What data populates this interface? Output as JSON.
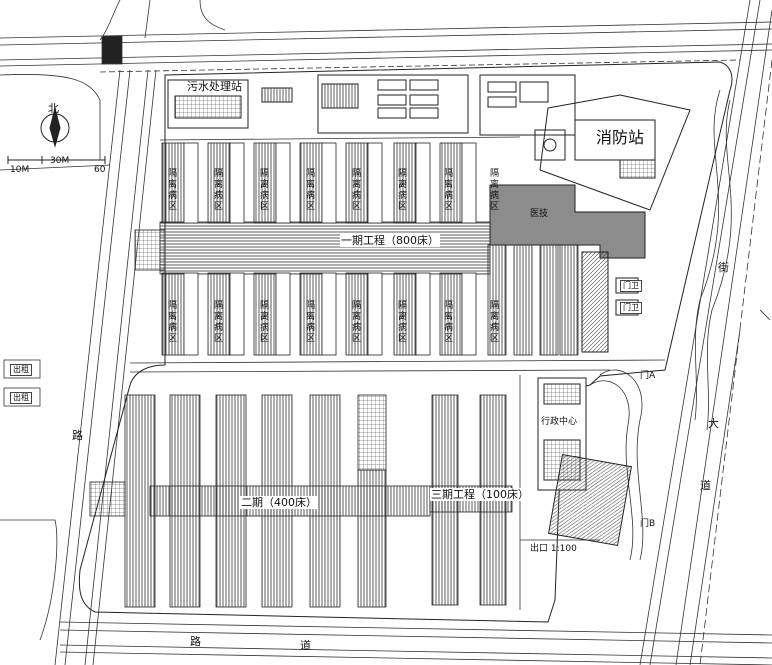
{
  "labels": {
    "sewage_plant": "污水处理站",
    "fire_station": "消防站",
    "phase1": "一期工程（800床）",
    "phase2": "二期（400床）",
    "phase3": "三期工程（100床）",
    "medical_tech": "医技",
    "admin_center": "行政中心",
    "north": "北",
    "scale_10m": "10M",
    "scale_30m": "30M",
    "scale_60m": "60",
    "road_right": "大",
    "road_right_2": "道",
    "road_bottom_1": "路",
    "road_bottom_2": "道",
    "road_left": "路",
    "road_right_3": "街",
    "guard_1": "门卫",
    "guard_2": "门卫",
    "side_left_1": "出租",
    "side_left_2": "出租",
    "bottom_entrance": "出口 1:100",
    "gate_a": "门A",
    "gate_b": "门B"
  },
  "ward_units": [
    "隔离病区",
    "隔离病区",
    "隔离病区",
    "隔离病区",
    "隔离病区",
    "隔离病区",
    "隔离病区",
    "隔离病区"
  ],
  "colors": {
    "line": "#222222",
    "hatch_fill": "#9a9a9a",
    "medical_fill": "#8c8c8c",
    "road": "#555555"
  }
}
